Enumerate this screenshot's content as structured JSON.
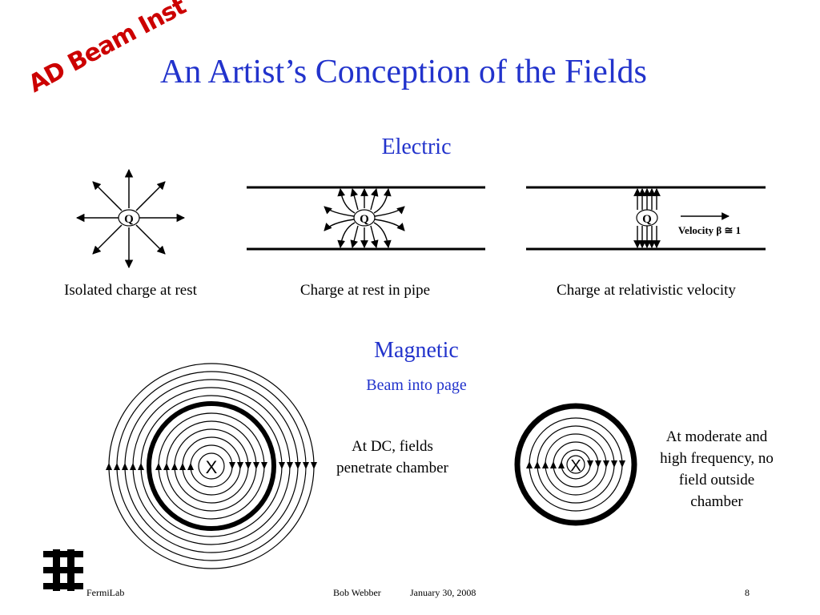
{
  "stamp": "AD Beam Inst",
  "title": "An Artist’s Conception of the Fields",
  "electric": {
    "heading": "Electric",
    "charge_label": "Q",
    "velocity_label": "Velocity β ≅ 1",
    "captions": [
      "Isolated charge at rest",
      "Charge at rest in pipe",
      "Charge at relativistic velocity"
    ]
  },
  "magnetic": {
    "heading": "Magnetic",
    "subheading": "Beam into page",
    "beam_marker": "X",
    "note_dc": [
      "At DC, fields",
      "penetrate chamber"
    ],
    "note_hf": [
      "At moderate and",
      "high frequency, no",
      "field outside",
      "chamber"
    ]
  },
  "footer": {
    "org": "FermiLab",
    "author": "Bob Webber",
    "date": "January 30, 2008",
    "page": "8"
  },
  "colors": {
    "accent": "#2233cc",
    "stamp": "#cc0000",
    "lines": "#000000"
  }
}
